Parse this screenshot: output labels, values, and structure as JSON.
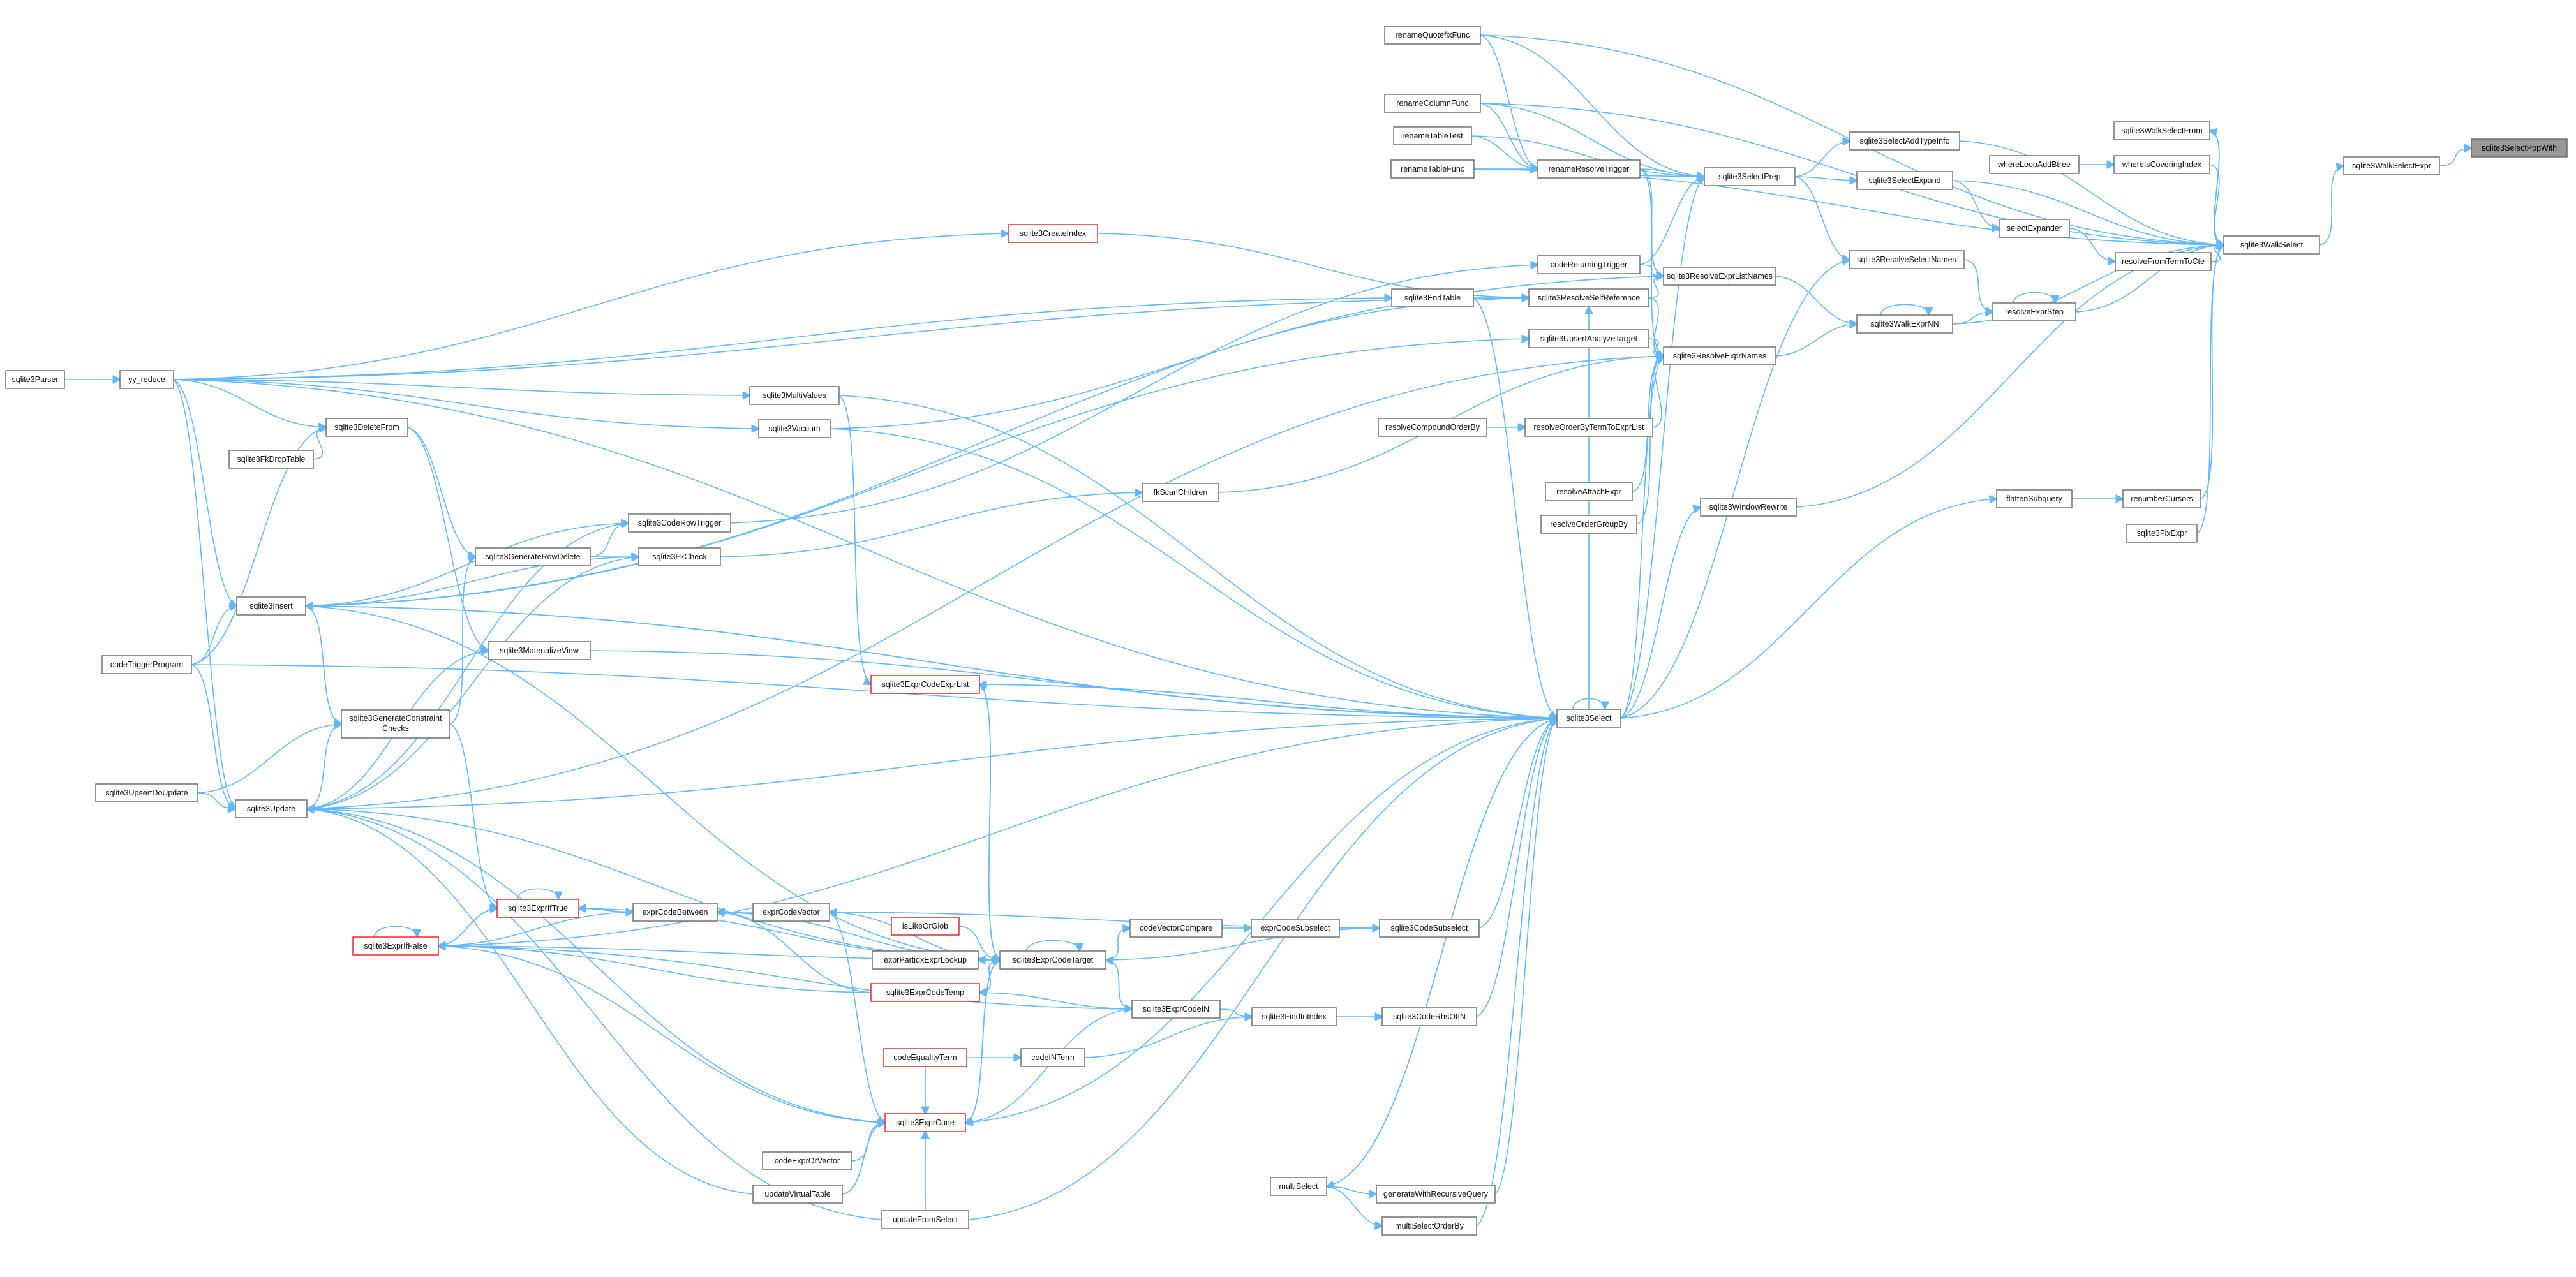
{
  "diagram": {
    "root": "sqlite3SelectPopWith",
    "colors": {
      "edge": "#63b8ff",
      "node_border": "#666666",
      "highlight_border": "#e31a1c",
      "root_fill": "#999999",
      "background": "#ffffff"
    },
    "nodes": [
      {
        "id": "sqlite3SelectPopWith",
        "label": "sqlite3SelectPopWith",
        "style": "root"
      },
      {
        "id": "sqlite3WalkSelectExpr",
        "label": "sqlite3WalkSelectExpr"
      },
      {
        "id": "sqlite3WalkSelect",
        "label": "sqlite3WalkSelect"
      },
      {
        "id": "sqlite3WalkSelectFrom",
        "label": "sqlite3WalkSelectFrom"
      },
      {
        "id": "whereIsCoveringIndex",
        "label": "whereIsCoveringIndex"
      },
      {
        "id": "whereLoopAddBtree",
        "label": "whereLoopAddBtree"
      },
      {
        "id": "resolveFromTermToCte",
        "label": "resolveFromTermToCte"
      },
      {
        "id": "selectExpander",
        "label": "selectExpander"
      },
      {
        "id": "renumberCursors",
        "label": "renumberCursors"
      },
      {
        "id": "sqlite3FixExpr",
        "label": "sqlite3FixExpr"
      },
      {
        "id": "flattenSubquery",
        "label": "flattenSubquery"
      },
      {
        "id": "sqlite3SelectAddTypeInfo",
        "label": "sqlite3SelectAddTypeInfo"
      },
      {
        "id": "sqlite3SelectExpand",
        "label": "sqlite3SelectExpand"
      },
      {
        "id": "sqlite3SelectPrep",
        "label": "sqlite3SelectPrep"
      },
      {
        "id": "sqlite3ResolveSelectNames",
        "label": "sqlite3ResolveSelectNames"
      },
      {
        "id": "resolveExprStep",
        "label": "resolveExprStep"
      },
      {
        "id": "sqlite3WalkExprNN",
        "label": "sqlite3WalkExprNN"
      },
      {
        "id": "sqlite3ResolveExprListNames",
        "label": "sqlite3ResolveExprListNames"
      },
      {
        "id": "sqlite3ResolveExprNames",
        "label": "sqlite3ResolveExprNames"
      },
      {
        "id": "sqlite3WindowRewrite",
        "label": "sqlite3WindowRewrite"
      },
      {
        "id": "renameQuotefixFunc",
        "label": "renameQuotefixFunc"
      },
      {
        "id": "renameColumnFunc",
        "label": "renameColumnFunc"
      },
      {
        "id": "renameTableTest",
        "label": "renameTableTest"
      },
      {
        "id": "renameTableFunc",
        "label": "renameTableFunc"
      },
      {
        "id": "renameResolveTrigger",
        "label": "renameResolveTrigger"
      },
      {
        "id": "codeReturningTrigger",
        "label": "codeReturningTrigger"
      },
      {
        "id": "sqlite3ResolveSelfReference",
        "label": "sqlite3ResolveSelfReference"
      },
      {
        "id": "sqlite3UpsertAnalyzeTarget",
        "label": "sqlite3UpsertAnalyzeTarget"
      },
      {
        "id": "resolveOrderByTermToExprList",
        "label": "resolveOrderByTermToExprList"
      },
      {
        "id": "resolveCompoundOrderBy",
        "label": "resolveCompoundOrderBy"
      },
      {
        "id": "resolveAttachExpr",
        "label": "resolveAttachExpr"
      },
      {
        "id": "resolveOrderGroupBy",
        "label": "resolveOrderGroupBy"
      },
      {
        "id": "sqlite3EndTable",
        "label": "sqlite3EndTable"
      },
      {
        "id": "sqlite3CreateIndex",
        "label": "sqlite3CreateIndex",
        "style": "red"
      },
      {
        "id": "sqlite3Select",
        "label": "sqlite3Select"
      },
      {
        "id": "fkScanChildren",
        "label": "fkScanChildren"
      },
      {
        "id": "sqlite3Parser",
        "label": "sqlite3Parser"
      },
      {
        "id": "yy_reduce",
        "label": "yy_reduce"
      },
      {
        "id": "sqlite3MultiValues",
        "label": "sqlite3MultiValues"
      },
      {
        "id": "sqlite3Vacuum",
        "label": "sqlite3Vacuum"
      },
      {
        "id": "sqlite3DeleteFrom",
        "label": "sqlite3DeleteFrom"
      },
      {
        "id": "sqlite3FkDropTable",
        "label": "sqlite3FkDropTable"
      },
      {
        "id": "sqlite3CodeRowTrigger",
        "label": "sqlite3CodeRowTrigger"
      },
      {
        "id": "sqlite3GenerateRowDelete",
        "label": "sqlite3GenerateRowDelete"
      },
      {
        "id": "sqlite3FkCheck",
        "label": "sqlite3FkCheck"
      },
      {
        "id": "sqlite3Insert",
        "label": "sqlite3Insert"
      },
      {
        "id": "codeTriggerProgram",
        "label": "codeTriggerProgram"
      },
      {
        "id": "sqlite3MaterializeView",
        "label": "sqlite3MaterializeView"
      },
      {
        "id": "sqlite3GenerateConstraintChecks",
        "label": "sqlite3GenerateConstraint\nChecks"
      },
      {
        "id": "sqlite3UpsertDoUpdate",
        "label": "sqlite3UpsertDoUpdate"
      },
      {
        "id": "sqlite3Update",
        "label": "sqlite3Update"
      },
      {
        "id": "sqlite3ExprCodeExprList",
        "label": "sqlite3ExprCodeExprList",
        "style": "red"
      },
      {
        "id": "sqlite3ExprIfTrue",
        "label": "sqlite3ExprIfTrue",
        "style": "red"
      },
      {
        "id": "sqlite3ExprIfFalse",
        "label": "sqlite3ExprIfFalse",
        "style": "red"
      },
      {
        "id": "exprCodeBetween",
        "label": "exprCodeBetween"
      },
      {
        "id": "exprCodeVector",
        "label": "exprCodeVector"
      },
      {
        "id": "isLikeOrGlob",
        "label": "isLikeOrGlob",
        "style": "red"
      },
      {
        "id": "exprPartidxExprLookup",
        "label": "exprPartidxExprLookup"
      },
      {
        "id": "sqlite3ExprCodeTarget",
        "label": "sqlite3ExprCodeTarget"
      },
      {
        "id": "sqlite3ExprCodeTemp",
        "label": "sqlite3ExprCodeTemp",
        "style": "red"
      },
      {
        "id": "codeEqualityTerm",
        "label": "codeEqualityTerm",
        "style": "red"
      },
      {
        "id": "codeINTerm",
        "label": "codeINTerm"
      },
      {
        "id": "sqlite3ExprCode",
        "label": "sqlite3ExprCode",
        "style": "red"
      },
      {
        "id": "codeExprOrVector",
        "label": "codeExprOrVector"
      },
      {
        "id": "updateVirtualTable",
        "label": "updateVirtualTable"
      },
      {
        "id": "updateFromSelect",
        "label": "updateFromSelect"
      },
      {
        "id": "codeVectorCompare",
        "label": "codeVectorCompare"
      },
      {
        "id": "exprCodeSubselect",
        "label": "exprCodeSubselect"
      },
      {
        "id": "sqlite3CodeSubselect",
        "label": "sqlite3CodeSubselect"
      },
      {
        "id": "sqlite3ExprCodeIN",
        "label": "sqlite3ExprCodeIN"
      },
      {
        "id": "sqlite3FindInIndex",
        "label": "sqlite3FindInIndex"
      },
      {
        "id": "sqlite3CodeRhsOfIN",
        "label": "sqlite3CodeRhsOfIN"
      },
      {
        "id": "multiSelect",
        "label": "multiSelect"
      },
      {
        "id": "generateWithRecursiveQuery",
        "label": "generateWithRecursiveQuery"
      },
      {
        "id": "multiSelectOrderBy",
        "label": "multiSelectOrderBy"
      }
    ],
    "edges": [
      [
        "sqlite3WalkSelectExpr",
        "sqlite3SelectPopWith"
      ],
      [
        "sqlite3WalkSelect",
        "sqlite3WalkSelectExpr"
      ],
      [
        "sqlite3WalkSelect",
        "sqlite3WalkSelectFrom"
      ],
      [
        "sqlite3WalkSelectFrom",
        "sqlite3WalkSelect"
      ],
      [
        "whereLoopAddBtree",
        "whereIsCoveringIndex"
      ],
      [
        "whereIsCoveringIndex",
        "sqlite3WalkSelect"
      ],
      [
        "resolveFromTermToCte",
        "sqlite3WalkSelect"
      ],
      [
        "selectExpander",
        "resolveFromTermToCte"
      ],
      [
        "sqlite3SelectExpand",
        "selectExpander"
      ],
      [
        "flattenSubquery",
        "renumberCursors"
      ],
      [
        "renumberCursors",
        "sqlite3WalkSelect"
      ],
      [
        "sqlite3FixExpr",
        "sqlite3WalkSelect"
      ],
      [
        "sqlite3SelectAddTypeInfo",
        "sqlite3WalkSelect"
      ],
      [
        "sqlite3SelectExpand",
        "sqlite3WalkSelect"
      ],
      [
        "sqlite3SelectPrep",
        "sqlite3SelectAddTypeInfo"
      ],
      [
        "sqlite3SelectPrep",
        "sqlite3SelectExpand"
      ],
      [
        "sqlite3SelectPrep",
        "sqlite3ResolveSelectNames"
      ],
      [
        "sqlite3ResolveSelectNames",
        "resolveExprStep"
      ],
      [
        "resolveExprStep",
        "resolveExprStep"
      ],
      [
        "resolveExprStep",
        "sqlite3WalkSelect"
      ],
      [
        "sqlite3WalkExprNN",
        "resolveExprStep"
      ],
      [
        "sqlite3WalkExprNN",
        "sqlite3WalkExprNN"
      ],
      [
        "sqlite3WalkExprNN",
        "sqlite3WalkSelect"
      ],
      [
        "sqlite3ResolveExprListNames",
        "sqlite3WalkExprNN"
      ],
      [
        "sqlite3ResolveExprNames",
        "sqlite3WalkExprNN"
      ],
      [
        "sqlite3WindowRewrite",
        "sqlite3WalkSelect"
      ],
      [
        "renameQuotefixFunc",
        "sqlite3SelectPrep"
      ],
      [
        "renameQuotefixFunc",
        "sqlite3WalkSelect"
      ],
      [
        "renameQuotefixFunc",
        "renameResolveTrigger"
      ],
      [
        "renameColumnFunc",
        "sqlite3SelectPrep"
      ],
      [
        "renameColumnFunc",
        "sqlite3WalkSelect"
      ],
      [
        "renameColumnFunc",
        "renameResolveTrigger"
      ],
      [
        "renameTableTest",
        "renameResolveTrigger"
      ],
      [
        "renameTableTest",
        "sqlite3SelectPrep"
      ],
      [
        "renameTableFunc",
        "renameResolveTrigger"
      ],
      [
        "renameTableFunc",
        "sqlite3SelectPrep"
      ],
      [
        "renameTableFunc",
        "sqlite3WalkSelect"
      ],
      [
        "renameResolveTrigger",
        "sqlite3SelectPrep"
      ],
      [
        "renameResolveTrigger",
        "sqlite3ResolveExprListNames"
      ],
      [
        "renameResolveTrigger",
        "sqlite3ResolveExprNames"
      ],
      [
        "codeReturningTrigger",
        "sqlite3SelectPrep"
      ],
      [
        "codeReturningTrigger",
        "sqlite3ResolveExprListNames"
      ],
      [
        "sqlite3ResolveSelfReference",
        "sqlite3ResolveExprListNames"
      ],
      [
        "sqlite3ResolveSelfReference",
        "sqlite3ResolveExprNames"
      ],
      [
        "sqlite3UpsertAnalyzeTarget",
        "sqlite3ResolveExprNames"
      ],
      [
        "resolveOrderByTermToExprList",
        "sqlite3ResolveExprNames"
      ],
      [
        "resolveCompoundOrderBy",
        "resolveOrderByTermToExprList"
      ],
      [
        "resolveAttachExpr",
        "sqlite3ResolveExprNames"
      ],
      [
        "resolveOrderGroupBy",
        "sqlite3ResolveExprNames"
      ],
      [
        "sqlite3EndTable",
        "sqlite3ResolveSelfReference"
      ],
      [
        "sqlite3CreateIndex",
        "sqlite3ResolveSelfReference"
      ],
      [
        "sqlite3Select",
        "sqlite3SelectPrep"
      ],
      [
        "sqlite3Select",
        "sqlite3ResolveExprNames"
      ],
      [
        "sqlite3Select",
        "sqlite3WindowRewrite"
      ],
      [
        "sqlite3Select",
        "flattenSubquery"
      ],
      [
        "sqlite3Select",
        "sqlite3Select"
      ],
      [
        "sqlite3EndTable",
        "sqlite3Select"
      ],
      [
        "fkScanChildren",
        "sqlite3ResolveExprNames"
      ],
      [
        "sqlite3Parser",
        "yy_reduce"
      ],
      [
        "yy_reduce",
        "sqlite3CreateIndex"
      ],
      [
        "yy_reduce",
        "sqlite3EndTable"
      ],
      [
        "yy_reduce",
        "sqlite3MultiValues"
      ],
      [
        "yy_reduce",
        "sqlite3Vacuum"
      ],
      [
        "yy_reduce",
        "sqlite3DeleteFrom"
      ],
      [
        "yy_reduce",
        "sqlite3Insert"
      ],
      [
        "yy_reduce",
        "sqlite3Update"
      ],
      [
        "yy_reduce",
        "sqlite3Select"
      ],
      [
        "yy_reduce",
        "sqlite3ResolveSelfReference"
      ],
      [
        "sqlite3MultiValues",
        "sqlite3Select"
      ],
      [
        "sqlite3Vacuum",
        "sqlite3Select"
      ],
      [
        "sqlite3Vacuum",
        "sqlite3ResolveSelfReference"
      ],
      [
        "sqlite3FkDropTable",
        "sqlite3DeleteFrom"
      ],
      [
        "sqlite3DeleteFrom",
        "sqlite3GenerateRowDelete"
      ],
      [
        "sqlite3DeleteFrom",
        "sqlite3MaterializeView"
      ],
      [
        "sqlite3GenerateRowDelete",
        "sqlite3CodeRowTrigger"
      ],
      [
        "sqlite3GenerateRowDelete",
        "sqlite3FkCheck"
      ],
      [
        "sqlite3CodeRowTrigger",
        "codeReturningTrigger"
      ],
      [
        "sqlite3FkCheck",
        "fkScanChildren"
      ],
      [
        "sqlite3Insert",
        "sqlite3CodeRowTrigger"
      ],
      [
        "sqlite3Insert",
        "sqlite3FkCheck"
      ],
      [
        "sqlite3Insert",
        "sqlite3Select"
      ],
      [
        "sqlite3Insert",
        "sqlite3GenerateConstraintChecks"
      ],
      [
        "sqlite3Insert",
        "sqlite3ResolveExprListNames"
      ],
      [
        "sqlite3Insert",
        "sqlite3UpsertAnalyzeTarget"
      ],
      [
        "codeTriggerProgram",
        "sqlite3Insert"
      ],
      [
        "codeTriggerProgram",
        "sqlite3Update"
      ],
      [
        "codeTriggerProgram",
        "sqlite3DeleteFrom"
      ],
      [
        "codeTriggerProgram",
        "sqlite3Select"
      ],
      [
        "sqlite3MaterializeView",
        "sqlite3Select"
      ],
      [
        "sqlite3GenerateConstraintChecks",
        "sqlite3GenerateRowDelete"
      ],
      [
        "sqlite3GenerateConstraintChecks",
        "sqlite3ExprIfTrue"
      ],
      [
        "sqlite3UpsertDoUpdate",
        "sqlite3Update"
      ],
      [
        "sqlite3Update",
        "sqlite3GenerateConstraintChecks"
      ],
      [
        "sqlite3Update",
        "sqlite3CodeRowTrigger"
      ],
      [
        "sqlite3Update",
        "sqlite3FkCheck"
      ],
      [
        "sqlite3Update",
        "sqlite3MaterializeView"
      ],
      [
        "sqlite3Update",
        "sqlite3ResolveExprNames"
      ],
      [
        "sqlite3UpsertDoUpdate",
        "sqlite3GenerateConstraintChecks"
      ],
      [
        "sqlite3ExprCodeExprList",
        "sqlite3Select"
      ],
      [
        "sqlite3ExprCodeTarget",
        "sqlite3ExprCodeExprList"
      ],
      [
        "sqlite3ExprCodeExprList",
        "sqlite3ExprCodeTarget"
      ],
      [
        "sqlite3MultiValues",
        "sqlite3ExprCodeExprList"
      ],
      [
        "sqlite3ExprIfTrue",
        "sqlite3ExprIfTrue"
      ],
      [
        "sqlite3ExprIfTrue",
        "sqlite3ExprIfFalse"
      ],
      [
        "sqlite3ExprIfFalse",
        "sqlite3ExprIfTrue"
      ],
      [
        "sqlite3ExprIfFalse",
        "sqlite3ExprIfFalse"
      ],
      [
        "exprCodeBetween",
        "sqlite3ExprIfTrue"
      ],
      [
        "exprCodeBetween",
        "sqlite3ExprIfFalse"
      ],
      [
        "sqlite3ExprIfTrue",
        "exprCodeBetween"
      ],
      [
        "sqlite3ExprCodeTarget",
        "exprCodeBetween"
      ],
      [
        "exprCodeVector",
        "exprCodeBetween"
      ],
      [
        "sqlite3ExprCodeTarget",
        "exprCodeVector"
      ],
      [
        "sqlite3ExprCodeTarget",
        "sqlite3ExprIfTrue"
      ],
      [
        "sqlite3ExprCodeTarget",
        "sqlite3ExprIfFalse"
      ],
      [
        "isLikeOrGlob",
        "sqlite3ExprCodeTarget"
      ],
      [
        "exprPartidxExprLookup",
        "sqlite3ExprCodeTarget"
      ],
      [
        "sqlite3ExprCodeTarget",
        "exprPartidxExprLookup"
      ],
      [
        "sqlite3ExprCodeTarget",
        "sqlite3ExprCodeTarget"
      ],
      [
        "sqlite3ExprCodeTemp",
        "sqlite3ExprCodeTarget"
      ],
      [
        "sqlite3ExprCodeTemp",
        "sqlite3ExprIfFalse"
      ],
      [
        "sqlite3ExprCodeTemp",
        "exprCodeBetween"
      ],
      [
        "sqlite3ExprCodeIN",
        "sqlite3ExprCodeTemp"
      ],
      [
        "codeEqualityTerm",
        "codeINTerm"
      ],
      [
        "codeEqualityTerm",
        "sqlite3ExprCode"
      ],
      [
        "codeINTerm",
        "sqlite3FindInIndex"
      ],
      [
        "sqlite3ExprCode",
        "sqlite3ExprCodeTarget"
      ],
      [
        "sqlite3ExprCodeTarget",
        "sqlite3ExprCode"
      ],
      [
        "sqlite3ExprCode",
        "sqlite3ExprIfFalse"
      ],
      [
        "sqlite3ExprCode",
        "sqlite3Update"
      ],
      [
        "codeExprOrVector",
        "sqlite3ExprCode"
      ],
      [
        "updateVirtualTable",
        "sqlite3ExprCode"
      ],
      [
        "updateVirtualTable",
        "sqlite3Update"
      ],
      [
        "updateFromSelect",
        "sqlite3Update"
      ],
      [
        "updateFromSelect",
        "sqlite3Select"
      ],
      [
        "updateFromSelect",
        "sqlite3ExprCode"
      ],
      [
        "sqlite3ExprCodeTarget",
        "codeVectorCompare"
      ],
      [
        "codeVectorCompare",
        "exprCodeSubselect"
      ],
      [
        "exprCodeSubselect",
        "sqlite3CodeSubselect"
      ],
      [
        "sqlite3CodeSubselect",
        "sqlite3Select"
      ],
      [
        "sqlite3ExprCodeTarget",
        "sqlite3CodeSubselect"
      ],
      [
        "sqlite3ExprCodeTarget",
        "sqlite3ExprCodeIN"
      ],
      [
        "sqlite3ExprCodeIN",
        "sqlite3FindInIndex"
      ],
      [
        "sqlite3ExprCodeIN",
        "sqlite3ExprCodeTarget"
      ],
      [
        "sqlite3FindInIndex",
        "sqlite3CodeRhsOfIN"
      ],
      [
        "sqlite3CodeRhsOfIN",
        "sqlite3Select"
      ],
      [
        "sqlite3ExprCodeIN",
        "sqlite3ExprIfFalse"
      ],
      [
        "sqlite3Select",
        "multiSelect"
      ],
      [
        "multiSelect",
        "sqlite3Select"
      ],
      [
        "multiSelect",
        "generateWithRecursiveQuery"
      ],
      [
        "generateWithRecursiveQuery",
        "sqlite3Select"
      ],
      [
        "multiSelect",
        "multiSelectOrderBy"
      ],
      [
        "multiSelectOrderBy",
        "sqlite3Select"
      ],
      [
        "sqlite3Select",
        "sqlite3ExprCode"
      ],
      [
        "sqlite3ExprCodeTarget",
        "sqlite3Insert"
      ],
      [
        "sqlite3ExprCodeTarget",
        "sqlite3Update"
      ],
      [
        "exprCodeVector",
        "sqlite3ExprCode"
      ],
      [
        "sqlite3ExprCodeTarget",
        "sqlite3ExprCodeTemp"
      ],
      [
        "sqlite3Select",
        "sqlite3ExprCodeExprList"
      ],
      [
        "sqlite3Select",
        "sqlite3Insert"
      ],
      [
        "sqlite3Select",
        "sqlite3Update"
      ],
      [
        "sqlite3Select",
        "sqlite3ExprIfFalse"
      ],
      [
        "sqlite3Select",
        "sqlite3ResolveSelfReference"
      ],
      [
        "sqlite3Select",
        "sqlite3ResolveSelectNames"
      ],
      [
        "sqlite3ExprCodeIN",
        "sqlite3ExprCode"
      ],
      [
        "updateVirtualTable",
        "sqlite3ExprCode"
      ],
      [
        "exprCodeVector",
        "sqlite3CodeSubselect"
      ]
    ]
  }
}
